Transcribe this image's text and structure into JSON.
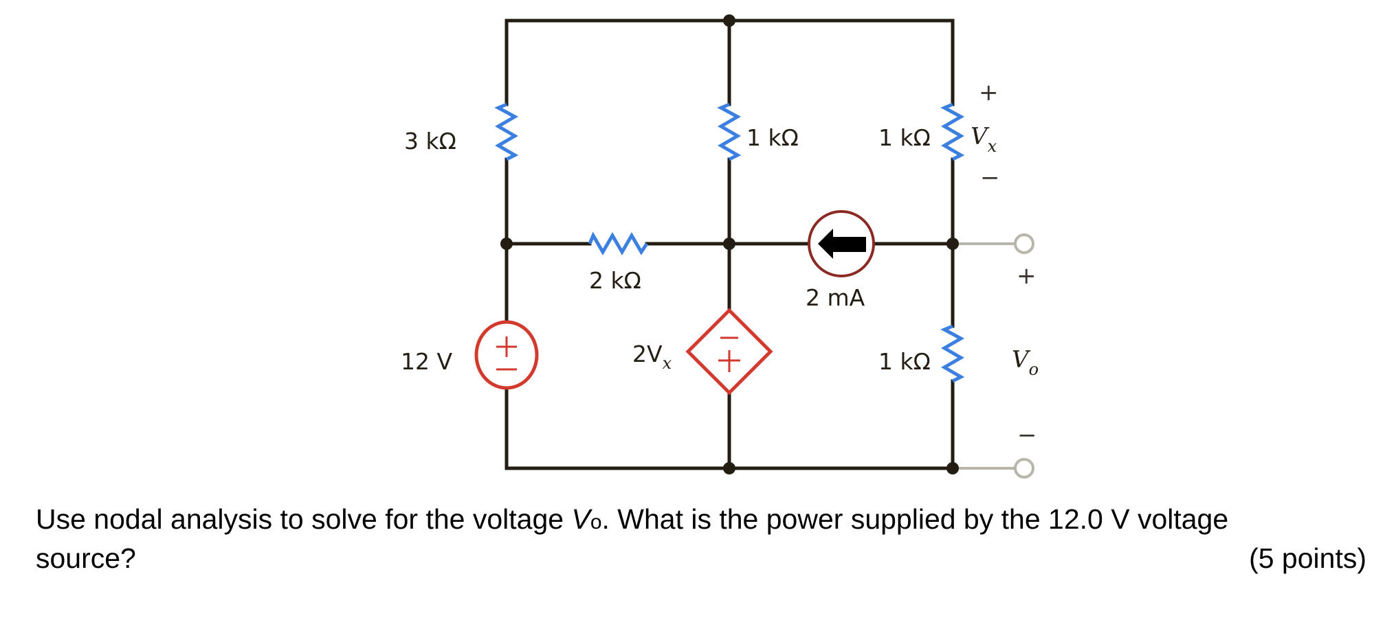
{
  "circuit": {
    "resistors": [
      {
        "id": "R_left_top",
        "label": "3 kΩ"
      },
      {
        "id": "R_mid_top",
        "label": "1 kΩ"
      },
      {
        "id": "R_right_top",
        "label": "1 kΩ"
      },
      {
        "id": "R_mid_horizontal",
        "label": "2 kΩ"
      },
      {
        "id": "R_right_bottom",
        "label": "1 kΩ"
      }
    ],
    "voltage_source": {
      "label": "12 V",
      "plus": "+",
      "minus": "−"
    },
    "dependent_source": {
      "label_main": "2V",
      "label_sub": "x",
      "top_sign": "−",
      "bottom_sign": "+"
    },
    "current_source": {
      "label": "2 mA",
      "direction": "left"
    },
    "vx": {
      "main": "V",
      "sub": "x",
      "plus": "+",
      "minus": "−"
    },
    "vo": {
      "main": "V",
      "sub": "o",
      "plus": "+",
      "minus": "−"
    },
    "colors": {
      "wire": "#231d14",
      "resistor": "#3b7fe0",
      "source": "#d33a2e",
      "current_source": "#8b2a24",
      "terminal": "#b8b6aa"
    }
  },
  "question": {
    "line1_pre": "Use nodal analysis to solve for the voltage ",
    "line1_var": "V",
    "line1_var_sub": "o",
    "line1_post": ".  What is the power supplied by the 12.0 V voltage",
    "line2_left": "source?",
    "line2_right": "(5 points)"
  }
}
